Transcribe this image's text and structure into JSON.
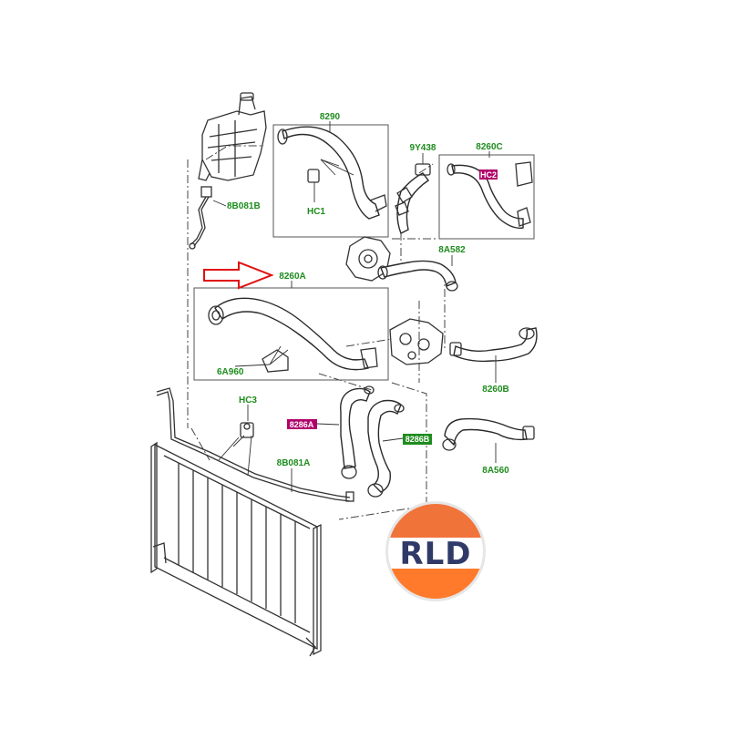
{
  "labels": {
    "p8290": "8290",
    "p9Y438": "9Y438",
    "p8260C": "8260C",
    "p8B081B": "8B081B",
    "pHC1": "HC1",
    "pHC2": "HC2",
    "p8A582": "8A582",
    "p8260A": "8260A",
    "p6A960": "6A960",
    "p8260B": "8260B",
    "pHC3": "HC3",
    "p8286A": "8286A",
    "p8286B": "8286B",
    "p8B081A": "8B081A",
    "p8A560": "8A560"
  },
  "highlight_colors": {
    "magenta": "#b0006a",
    "green": "#1e8c1e",
    "label_text": "#1e8c1e",
    "arrow": "#e01010"
  },
  "logo": {
    "text": "RLD",
    "top_color": "#f0733a",
    "bottom_color": "#ff7a2a",
    "band_color": "#ffffff",
    "text_color": "#2f3a68"
  }
}
